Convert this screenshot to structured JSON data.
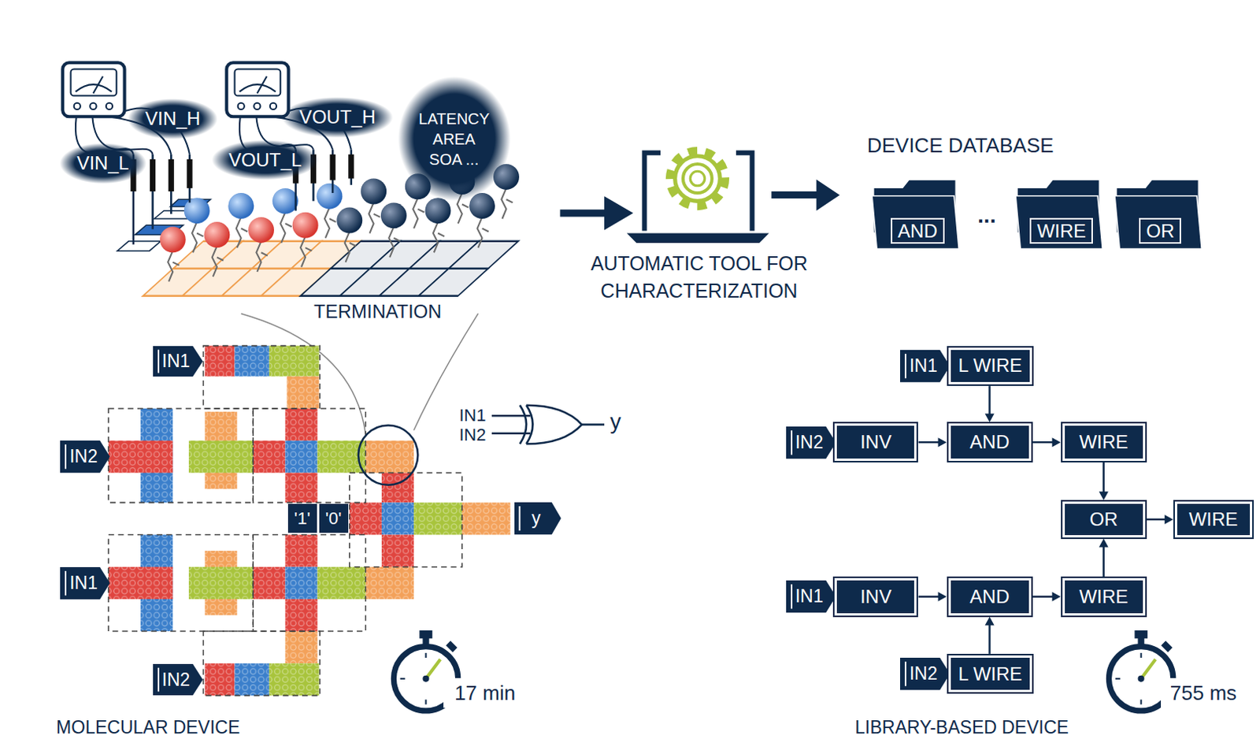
{
  "diagram": {
    "nodes": [
      {
        "text": [
          "LATENCY AREA SOA ..."
        ]
      },
      {
        "text": [
          "AUTOMATIC TOOL FOR CHARACTERIZATION"
        ]
      },
      {
        "text": [
          "DEVICE DATABASE"
        ]
      },
      {
        "text": [
          "AND"
        ],
        "in": 2
      },
      {
        "text": [
          "WIRE"
        ],
        "in": 2
      },
      {
        "text": [
          "OR"
        ],
        "in": 2
      },
      {
        "text": [
          "IN1"
        ]
      },
      {
        "text": [
          "IN2"
        ]
      },
      {
        "text": [
          "'1'"
        ]
      },
      {
        "text": [
          "'0'"
        ]
      },
      {
        "text": [
          "y"
        ]
      },
      {
        "text": [
          "IN1"
        ]
      },
      {
        "text": [
          "IN2"
        ]
      },
      {
        "text": [
          "17 min"
        ]
      },
      {
        "text": [
          "IN1"
        ]
      },
      {
        "text": [
          "L WIRE"
        ]
      },
      {
        "text": [
          "IN2"
        ]
      },
      {
        "text": [
          "INV"
        ]
      },
      {
        "text": [
          "AND"
        ]
      },
      {
        "text": [
          "WIRE"
        ]
      },
      {
        "text": [
          "OR"
        ]
      },
      {
        "text": [
          "WIRE"
        ]
      },
      {
        "text": [
          "IN1"
        ]
      },
      {
        "text": [
          "INV"
        ]
      },
      {
        "text": [
          "AND"
        ]
      },
      {
        "text": [
          "WIRE"
        ]
      },
      {
        "text": [
          "IN2"
        ]
      },
      {
        "text": [
          "L WIRE"
        ]
      },
      {
        "text": [
          "755 ms"
        ]
      }
    ],
    "edges": [
      {
        "from": 1,
        "to": 2,
        "arrow": "to"
      },
      {
        "from": 15,
        "to": 18,
        "arrow": "to"
      },
      {
        "from": 17,
        "to": 18,
        "arrow": "to"
      },
      {
        "from": 18,
        "to": 19,
        "arrow": "to"
      },
      {
        "from": 19,
        "to": 20,
        "arrow": "to"
      },
      {
        "from": 20,
        "to": 21,
        "arrow": "to"
      },
      {
        "from": 23,
        "to": 24,
        "arrow": "to"
      },
      {
        "from": 24,
        "to": 25,
        "arrow": "to"
      },
      {
        "from": 25,
        "to": 20,
        "arrow": "to"
      },
      {
        "from": 27,
        "to": 24,
        "arrow": "to"
      }
    ],
    "labels": [
      "VIN_H",
      "VIN_L",
      "VOUT_H",
      "VOUT_L",
      "TERMINATION",
      "...",
      "IN1",
      "IN2",
      "y",
      "MOLECULAR DEVICE",
      "LIBRARY-BASED DEVICE"
    ]
  }
}
